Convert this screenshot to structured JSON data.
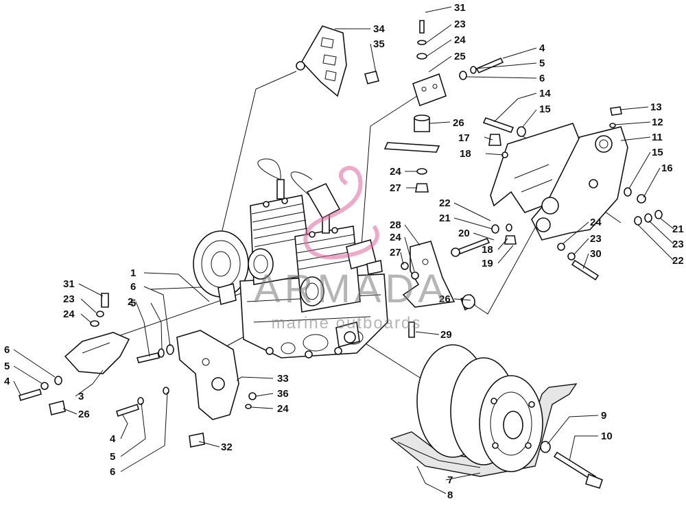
{
  "watermark": {
    "title": "ARMADA",
    "subtitle": "marine outboards",
    "accent": "#e0609a"
  },
  "callouts": [
    {
      "id": "c31a",
      "label": "31"
    },
    {
      "id": "c23a",
      "label": "23"
    },
    {
      "id": "c24a",
      "label": "24"
    },
    {
      "id": "c25",
      "label": "25"
    },
    {
      "id": "c4a",
      "label": "4"
    },
    {
      "id": "c5a",
      "label": "5"
    },
    {
      "id": "c6a",
      "label": "6"
    },
    {
      "id": "c34",
      "label": "34"
    },
    {
      "id": "c35",
      "label": "35"
    },
    {
      "id": "c14",
      "label": "14"
    },
    {
      "id": "c15a",
      "label": "15"
    },
    {
      "id": "c13",
      "label": "13"
    },
    {
      "id": "c12",
      "label": "12"
    },
    {
      "id": "c11",
      "label": "11"
    },
    {
      "id": "c15b",
      "label": "15"
    },
    {
      "id": "c16",
      "label": "16"
    },
    {
      "id": "c26a",
      "label": "26"
    },
    {
      "id": "c17",
      "label": "17"
    },
    {
      "id": "c18a",
      "label": "18"
    },
    {
      "id": "c24b",
      "label": "24"
    },
    {
      "id": "c27a",
      "label": "27"
    },
    {
      "id": "c22a",
      "label": "22"
    },
    {
      "id": "c21a",
      "label": "21"
    },
    {
      "id": "c20",
      "label": "20"
    },
    {
      "id": "c18b",
      "label": "18"
    },
    {
      "id": "c19",
      "label": "19"
    },
    {
      "id": "c24c",
      "label": "24"
    },
    {
      "id": "c23b",
      "label": "23"
    },
    {
      "id": "c30",
      "label": "30"
    },
    {
      "id": "c21b",
      "label": "21"
    },
    {
      "id": "c23c",
      "label": "23"
    },
    {
      "id": "c22b",
      "label": "22"
    },
    {
      "id": "c28",
      "label": "28"
    },
    {
      "id": "c24d",
      "label": "24"
    },
    {
      "id": "c27b",
      "label": "27"
    },
    {
      "id": "c26b",
      "label": "26"
    },
    {
      "id": "c29",
      "label": "29"
    },
    {
      "id": "c1",
      "label": "1"
    },
    {
      "id": "c31b",
      "label": "31"
    },
    {
      "id": "c23d",
      "label": "23"
    },
    {
      "id": "c24e",
      "label": "24"
    },
    {
      "id": "c6b",
      "label": "6"
    },
    {
      "id": "c5b",
      "label": "5"
    },
    {
      "id": "c2",
      "label": "2"
    },
    {
      "id": "c6c",
      "label": "6"
    },
    {
      "id": "c5c",
      "label": "5"
    },
    {
      "id": "c4b",
      "label": "4"
    },
    {
      "id": "c3",
      "label": "3"
    },
    {
      "id": "c26c",
      "label": "26"
    },
    {
      "id": "c33",
      "label": "33"
    },
    {
      "id": "c36",
      "label": "36"
    },
    {
      "id": "c24f",
      "label": "24"
    },
    {
      "id": "c4c",
      "label": "4"
    },
    {
      "id": "c5d",
      "label": "5"
    },
    {
      "id": "c6d",
      "label": "6"
    },
    {
      "id": "c32",
      "label": "32"
    },
    {
      "id": "c9",
      "label": "9"
    },
    {
      "id": "c10",
      "label": "10"
    },
    {
      "id": "c7",
      "label": "7"
    },
    {
      "id": "c8",
      "label": "8"
    }
  ]
}
